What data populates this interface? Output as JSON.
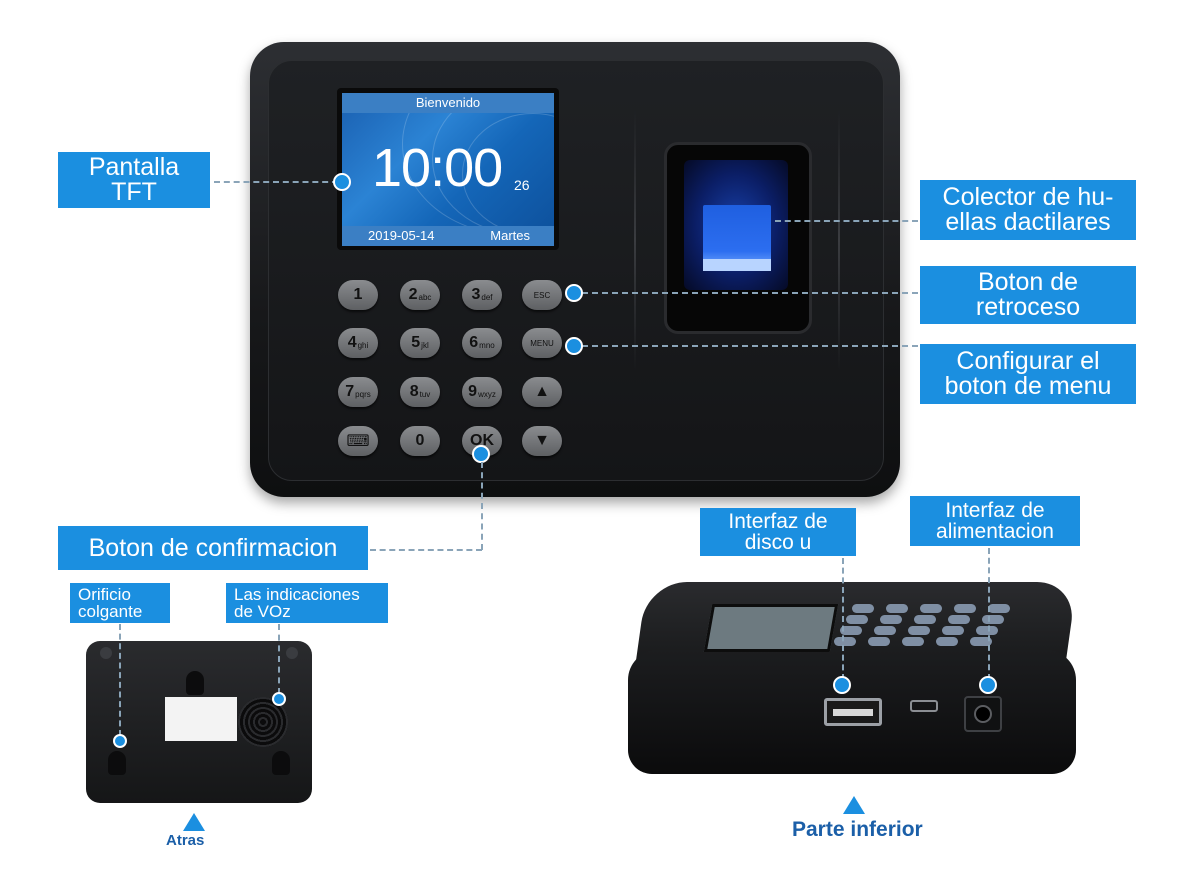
{
  "screen": {
    "header": "Bienvenido",
    "time": "10:00",
    "seconds": "26",
    "date": "2019-05-14",
    "day": "Martes"
  },
  "keypad": {
    "rows": [
      [
        {
          "main": "1",
          "sub": ""
        },
        {
          "main": "2",
          "sub": "abc"
        },
        {
          "main": "3",
          "sub": "def"
        },
        {
          "main": "ESC",
          "sub": ""
        }
      ],
      [
        {
          "main": "4",
          "sub": "ghi"
        },
        {
          "main": "5",
          "sub": "jkl"
        },
        {
          "main": "6",
          "sub": "mno"
        },
        {
          "main": "MENU",
          "sub": ""
        }
      ],
      [
        {
          "main": "7",
          "sub": "pqrs"
        },
        {
          "main": "8",
          "sub": "tuv"
        },
        {
          "main": "9",
          "sub": "wxyz"
        },
        {
          "main": "▲",
          "sub": ""
        }
      ],
      [
        {
          "main": "⌨",
          "sub": ""
        },
        {
          "main": "0",
          "sub": ""
        },
        {
          "main": "OK",
          "sub": ""
        },
        {
          "main": "▼",
          "sub": ""
        }
      ]
    ]
  },
  "labels": {
    "tft": [
      "Pantalla",
      "TFT"
    ],
    "fingerprint": [
      "Colector de hu-",
      "ellas dactilares"
    ],
    "back_button": [
      "Boton de",
      "retroceso"
    ],
    "menu_button": [
      "Configurar el",
      "boton de menu"
    ],
    "confirm_button": [
      "Boton de confirmacion"
    ],
    "hanging_hole": [
      "Orificio",
      "colgante"
    ],
    "voice": [
      "Las indicaciones",
      "de VOz"
    ],
    "usb_disk": [
      "Interfaz de",
      "disco u"
    ],
    "power": [
      "Interfaz de",
      "alimentacion"
    ]
  },
  "captions": {
    "back": "Atras",
    "bottom": "Parte inferior"
  },
  "colors": {
    "label_bg": "#1b8fe0",
    "caption": "#1b5fa8"
  }
}
